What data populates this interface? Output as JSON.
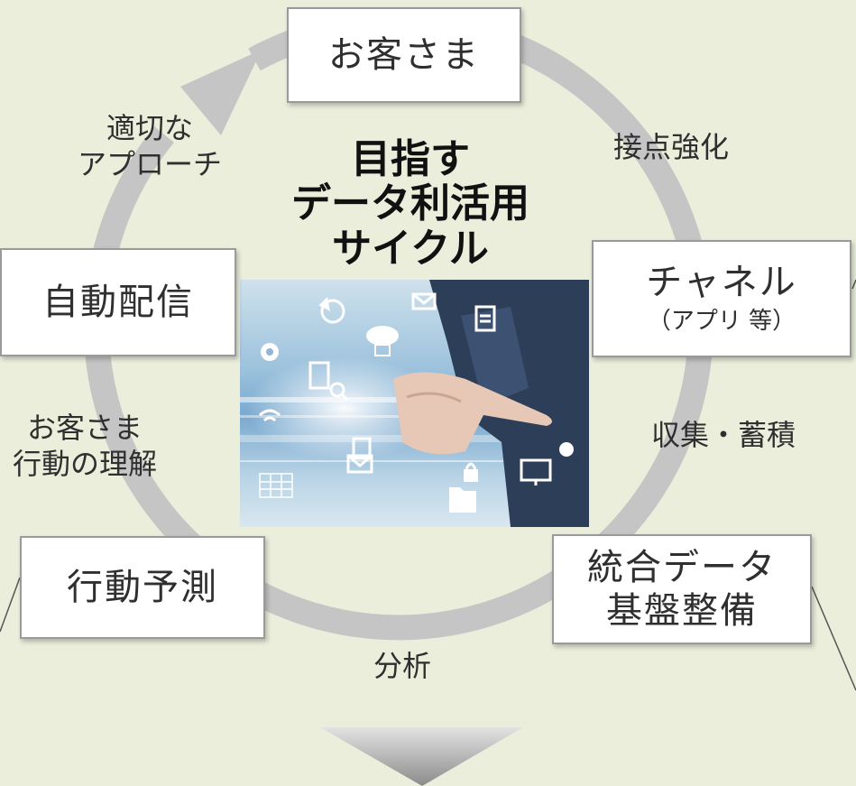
{
  "center": {
    "title_lines": [
      "目指す",
      "データ利活用",
      "サイクル"
    ]
  },
  "nodes": {
    "customer": "お客さま",
    "channel": {
      "main": "チャネル",
      "sub": "（アプリ 等）"
    },
    "integrated": {
      "line1": "統合データ",
      "line2": "基盤整備"
    },
    "prediction": "行動予測",
    "delivery": "自動配信"
  },
  "edges": {
    "touchpoint": "接点強化",
    "collect": "収集・蓄積",
    "analysis": "分析",
    "understand": {
      "line1": "お客さま",
      "line2": "行動の理解"
    },
    "approach": {
      "line1": "適切な",
      "line2": "アプローチ"
    }
  },
  "colors": {
    "background": "#eaeedb",
    "cycle_arrow": "#c5c5c5",
    "node_border": "#9a9a9a",
    "down_arrow_top": "#e0e0e0",
    "down_arrow_bottom": "#8e8e8e"
  },
  "icons": [
    "refresh-icon",
    "mail-icon",
    "document-icon",
    "gear-icon",
    "cloud-download-icon",
    "search-device-icon",
    "wifi-icon",
    "lock-icon",
    "folder-icon",
    "monitor-icon",
    "chat-bubble-icon",
    "grid-icon",
    "hand-pointing-icon"
  ]
}
